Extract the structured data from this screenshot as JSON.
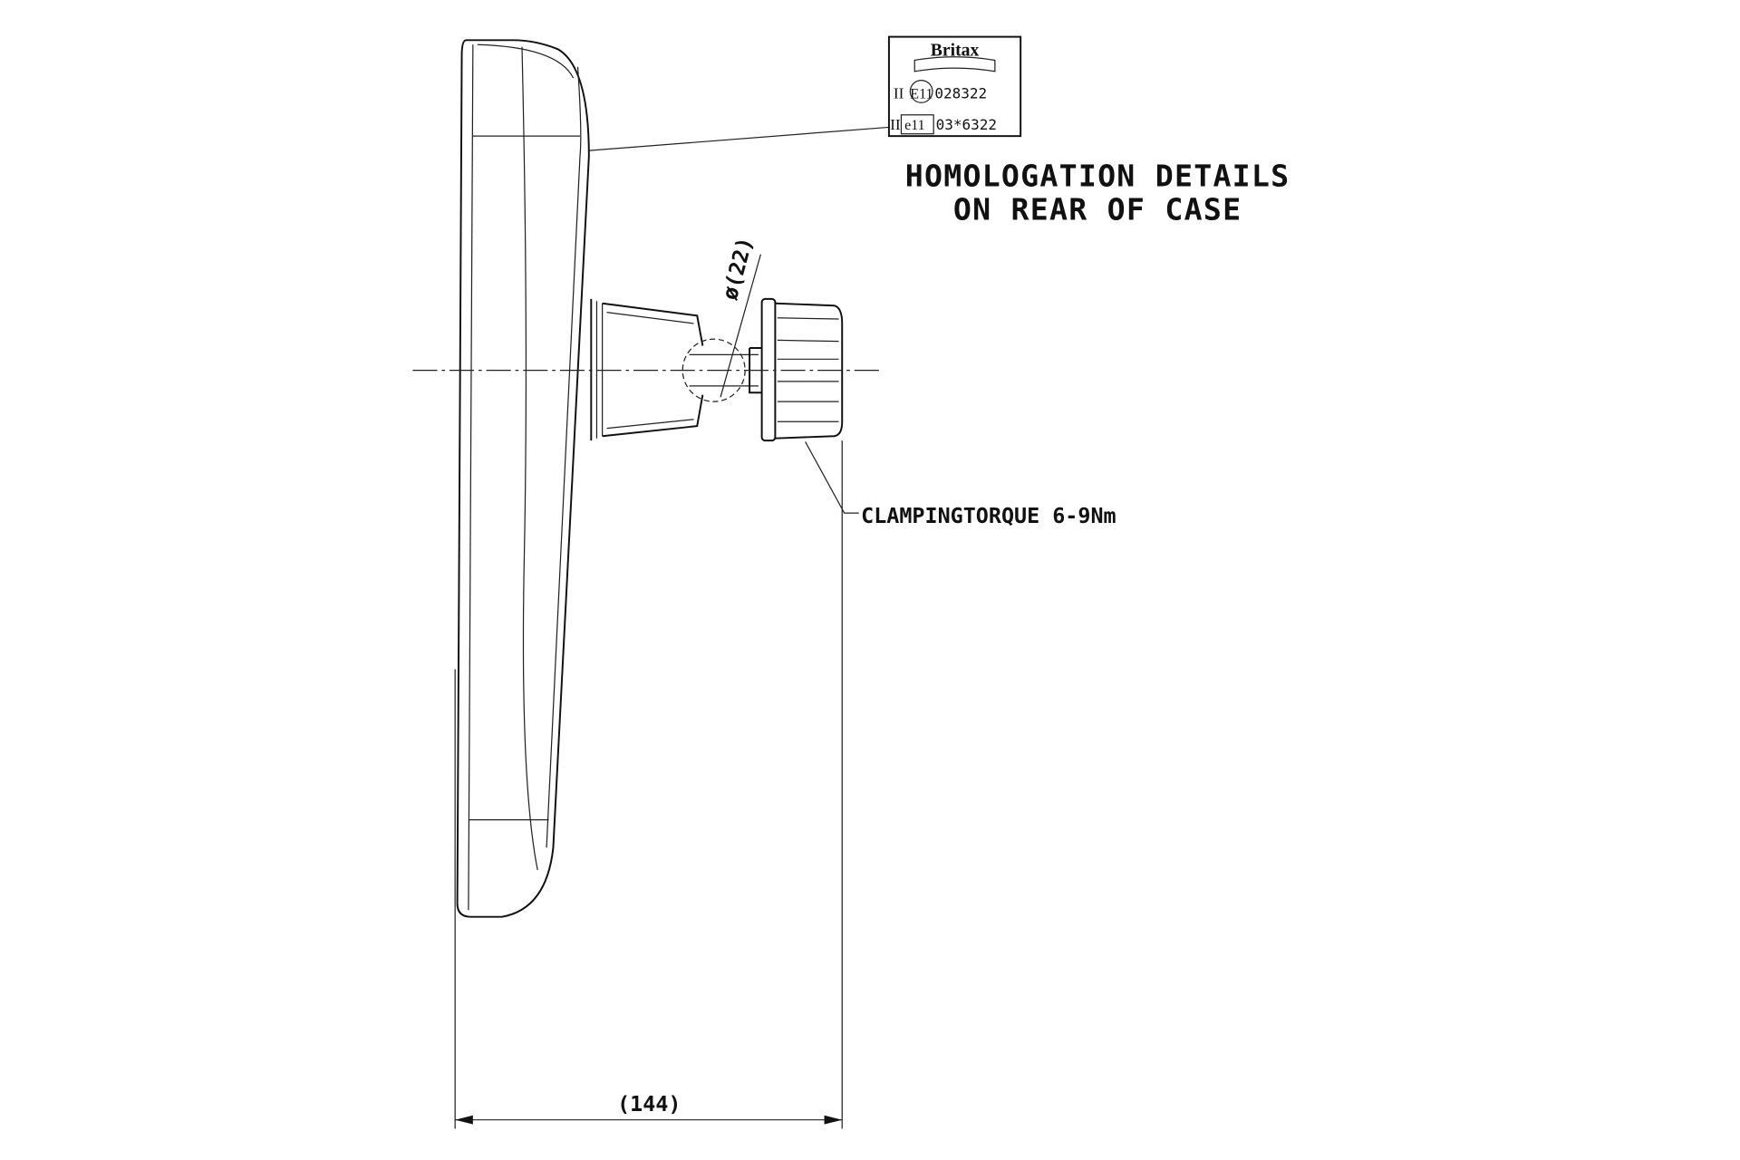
{
  "drawing": {
    "homologation_line1": "HOMOLOGATION DETAILS",
    "homologation_line2": "ON REAR OF CASE",
    "clamping_note": "CLAMPINGTORQUE 6-9Nm",
    "ball_diameter": "ø(22)",
    "overall_depth": "(144)",
    "label": {
      "brand": "Britax",
      "row1_prefix": "II",
      "row1_mark": "E11",
      "row1_number": "028322",
      "row2_prefix": "II",
      "row2_mark": "e11",
      "row2_number": "03*6322"
    }
  },
  "colors": {
    "line": "#111111",
    "background": "#ffffff"
  }
}
